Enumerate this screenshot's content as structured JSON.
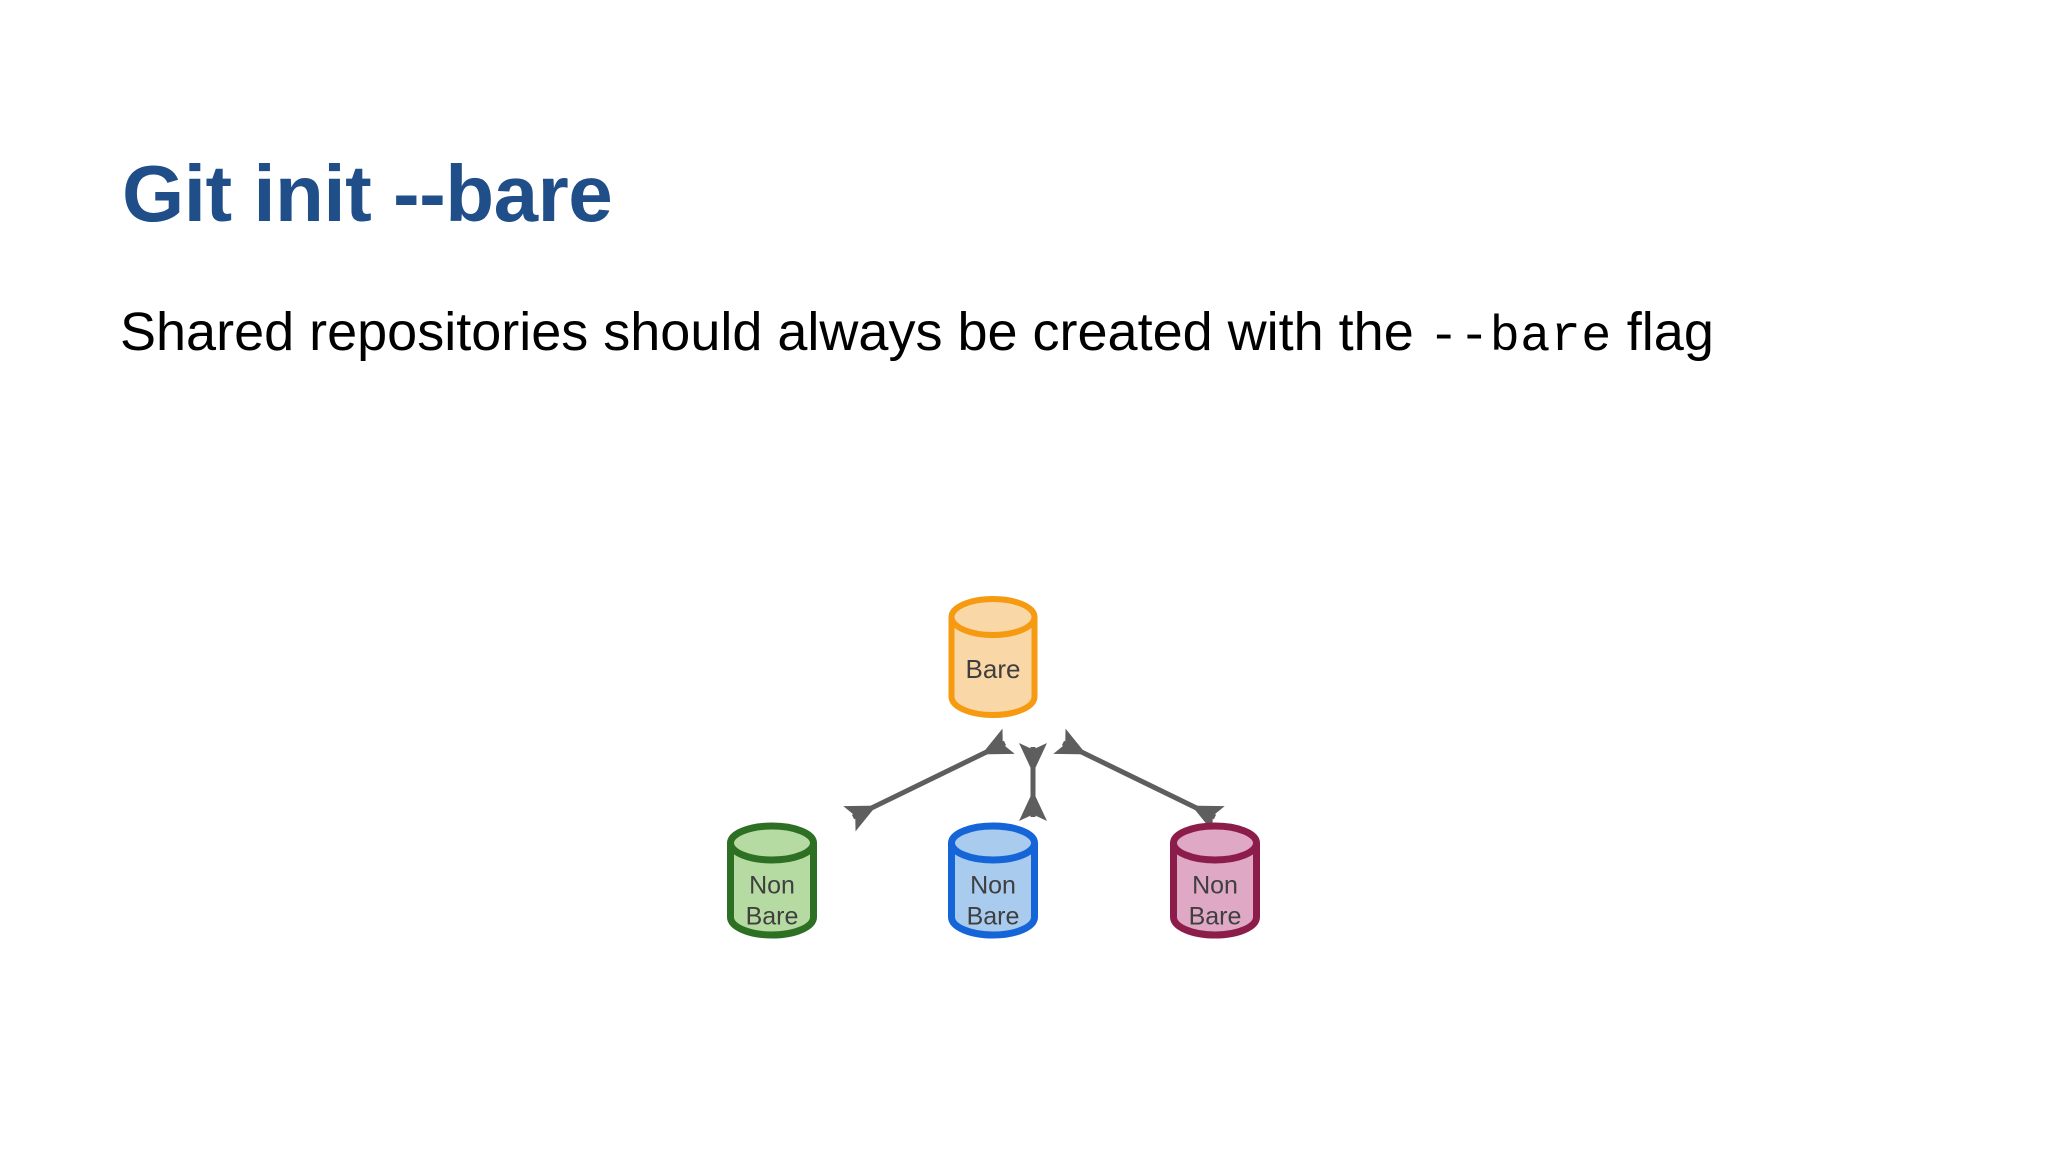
{
  "slide": {
    "title": "Git init --bare",
    "title_color": "#1f4e88",
    "background_color": "#ffffff",
    "body": {
      "segment_1": "Shared repositories should always be created with the ",
      "segment_mono_1": "--",
      "segment_mono_2": "bare",
      "segment_2": " flag",
      "text_color": "#000000"
    }
  },
  "diagram": {
    "arrow_color": "#5e5e5e",
    "nodes": {
      "bare": {
        "label": "Bare",
        "fill": "#fad7a6",
        "stroke": "#f59a11",
        "label_color": "#3f3f3f"
      },
      "non_bare_green": {
        "label_line1": "Non",
        "label_line2": "Bare",
        "fill": "#b6dba2",
        "stroke": "#2e7023",
        "label_color": "#3f3f3f"
      },
      "non_bare_blue": {
        "label_line1": "Non",
        "label_line2": "Bare",
        "fill": "#a8cbee",
        "stroke": "#1565d8",
        "label_color": "#3f3f3f"
      },
      "non_bare_pink": {
        "label_line1": "Non",
        "label_line2": "Bare",
        "fill": "#dfa8c5",
        "stroke": "#8c1d4b",
        "label_color": "#3f3f3f"
      }
    },
    "connectors": [
      {
        "name": "bare-to-green",
        "style": "double-headed-arrow"
      },
      {
        "name": "bare-to-blue",
        "style": "double-headed-arrow"
      },
      {
        "name": "bare-to-pink",
        "style": "double-headed-arrow"
      }
    ]
  }
}
